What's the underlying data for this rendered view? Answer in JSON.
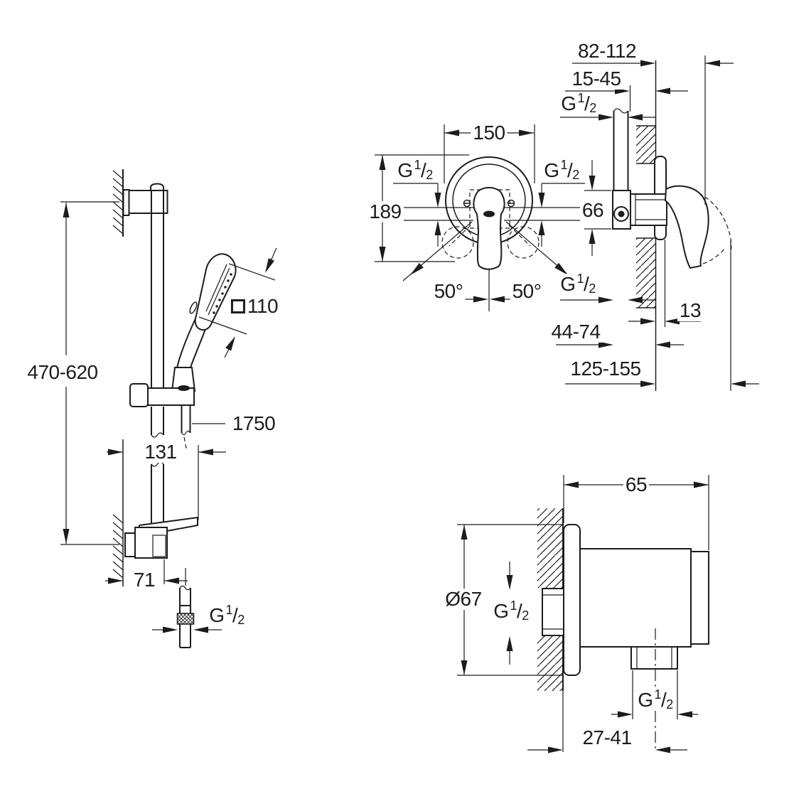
{
  "drawing": {
    "type": "technical dimension drawing",
    "subject": "shower set installation drawing (shower rail, concealed single-lever mixer, wall outlet elbow)",
    "colors": {
      "line": "#1c1c1c",
      "background": "#ffffff"
    }
  },
  "labels": {
    "thread": {
      "base": "G",
      "sup": "1",
      "slash": "/",
      "sub": "2"
    }
  },
  "rail_view": {
    "height_range": "470-620",
    "head_size": "110",
    "hose_length": "1750",
    "offset_hose": "131",
    "offset_rail": "71"
  },
  "mixer_front": {
    "width": "150",
    "height": "189",
    "angle_left": "50°",
    "angle_right": "50°"
  },
  "mixer_side": {
    "depth_total": "82-112",
    "depth_rough": "15-45",
    "body_height": "66",
    "plate_offset": "13",
    "depth_body": "44-74",
    "depth_handle": "125-155"
  },
  "elbow_view": {
    "depth": "65",
    "plate_diameter": "Ø67",
    "outlet_offset": "27-41"
  }
}
